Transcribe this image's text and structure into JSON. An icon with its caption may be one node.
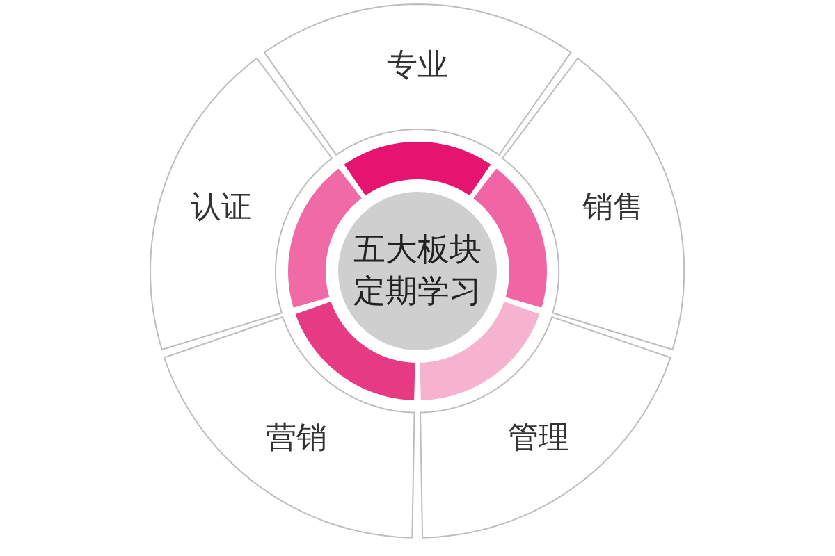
{
  "diagram": {
    "nodes": [
      {
        "text": [
          "五大板块定期学习"
        ]
      },
      {
        "text": [
          "专业"
        ]
      },
      {
        "text": [
          "销售"
        ]
      },
      {
        "text": [
          "管理"
        ]
      },
      {
        "text": [
          "营销"
        ]
      },
      {
        "text": [
          "认证"
        ]
      }
    ]
  }
}
